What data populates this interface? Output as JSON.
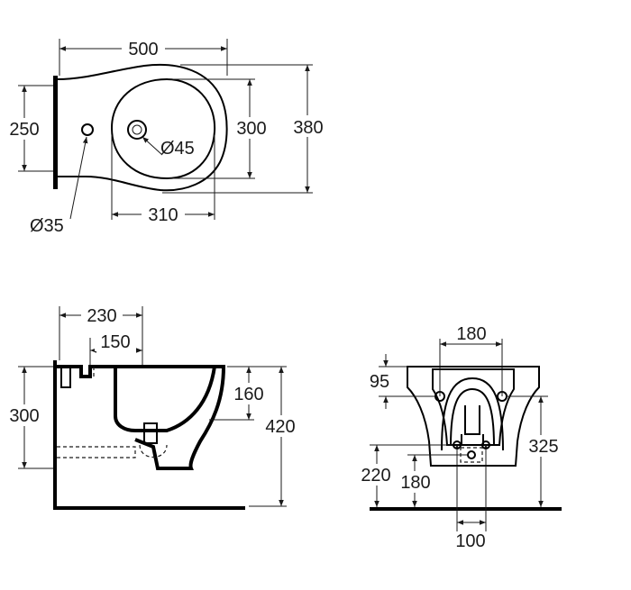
{
  "top_view": {
    "dims": {
      "width_total": "500",
      "height_wall": "250",
      "bowl_height": "300",
      "overall_height": "380",
      "bowl_width": "310",
      "drain_diameter": "Ø45",
      "tap_hole_diameter": "Ø35"
    }
  },
  "side_view": {
    "dims": {
      "depth_upper": "230",
      "depth_inner": "150",
      "height_left": "300",
      "height_rim": "160",
      "height_total": "420"
    }
  },
  "front_view": {
    "dims": {
      "bolt_spacing": "180",
      "bolt_height": "95",
      "height_325": "325",
      "height_220": "220",
      "height_180": "180",
      "pipe_spacing": "100"
    }
  }
}
